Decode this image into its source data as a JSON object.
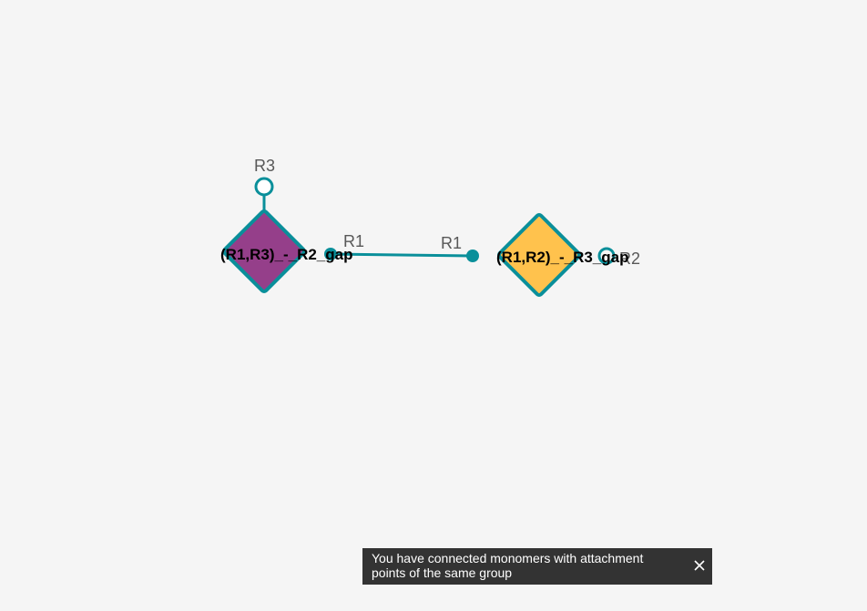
{
  "colors": {
    "background": "#f5f5f5",
    "bond": "#0a8f9a",
    "monomer_left_fill": "#953f8a",
    "monomer_right_fill": "#ffc24d",
    "toast_background": "#333333"
  },
  "monomers": [
    {
      "label": "(R1,R3)_-_R2_gap",
      "attachment_points": {
        "top": "R3",
        "right": "R1"
      }
    },
    {
      "label": "(R1,R2)_-_R3_gap",
      "attachment_points": {
        "left": "R1",
        "right": "R2"
      }
    }
  ],
  "toast": {
    "message": "You have connected monomers with attachment points of the same group",
    "close_icon": "close-icon"
  }
}
